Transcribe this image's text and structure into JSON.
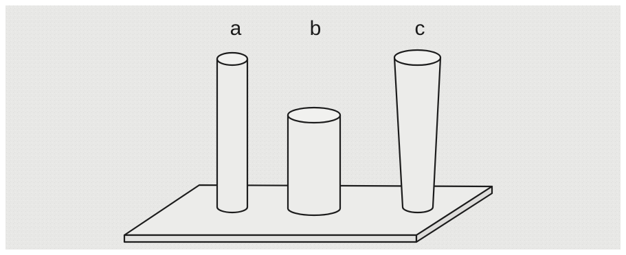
{
  "labels": {
    "a": "a",
    "b": "b",
    "c": "c"
  },
  "colors": {
    "paper": "#e9e9e7",
    "frame": "#ffffff",
    "object_fill": "#ececea",
    "ink": "#1c1c1c"
  }
}
